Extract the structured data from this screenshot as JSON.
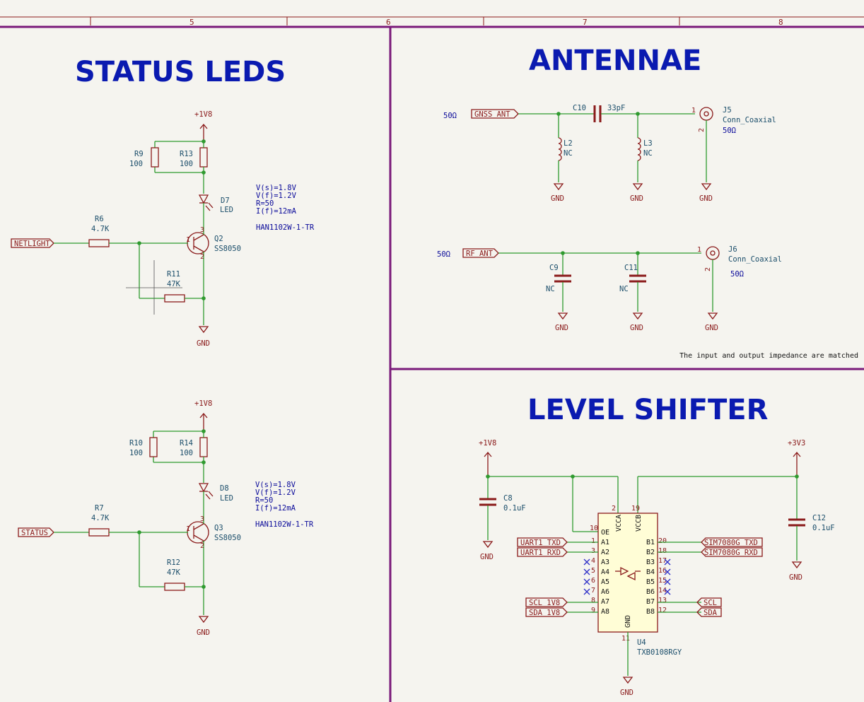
{
  "frame": {
    "columns": [
      "5",
      "6",
      "7",
      "8"
    ]
  },
  "titles": {
    "status": "STATUS LEDS",
    "antennae": "ANTENNAE",
    "level": "LEVEL SHIFTER"
  },
  "status1": {
    "pwr": "+1V8",
    "gnd": "GND",
    "r9": "R9",
    "r9v": "100",
    "r13": "R13",
    "r13v": "100",
    "d7": "D7",
    "d7v": "LED",
    "r6": "R6",
    "r6v": "4.7K",
    "q2": "Q2",
    "q2v": "SS8050",
    "r11": "R11",
    "r11v": "47K",
    "net": "NETLIGHT",
    "notes": [
      "V(s)=1.8V",
      "V(f)=1.2V",
      "R=50",
      "I(f)=12mA",
      "HAN1102W-1-TR"
    ]
  },
  "status2": {
    "pwr": "+1V8",
    "gnd": "GND",
    "r10": "R10",
    "r10v": "100",
    "r14": "R14",
    "r14v": "100",
    "d8": "D8",
    "d8v": "LED",
    "r7": "R7",
    "r7v": "4.7K",
    "q3": "Q3",
    "q3v": "SS8050",
    "r12": "R12",
    "r12v": "47K",
    "net": "STATUS",
    "notes": [
      "V(s)=1.8V",
      "V(f)=1.2V",
      "R=50",
      "I(f)=12mA",
      "HAN1102W-1-TR"
    ]
  },
  "antenna": {
    "gnss": "GNSS_ANT",
    "rf": "RF_ANT",
    "imp": "50Ω",
    "c10": "C10",
    "c10v": "33pF",
    "l2": "L2",
    "l3": "L3",
    "nc": "NC",
    "j5": "J5",
    "j6": "J6",
    "jv": "Conn_Coaxial",
    "gnd": "GND",
    "c9": "C9",
    "c11": "C11",
    "note": "The input and output impedance are matched"
  },
  "shifter": {
    "pwr_a": "+1V8",
    "pwr_b": "+3V3",
    "gnd": "GND",
    "c8": "C8",
    "c8v": "0.1uF",
    "c12": "C12",
    "c12v": "0.1uF",
    "u4": "U4",
    "u4v": "TXB0108RGY",
    "left_labels": [
      "UART1_TXD",
      "UART1_RXD",
      "SCL_1V8",
      "SDA_1V8"
    ],
    "right_labels": [
      "SIM7080G_TXD",
      "SIM7080G_RXD",
      "SCL",
      "SDA"
    ],
    "pins_left": [
      "OE",
      "A1",
      "A2",
      "A3",
      "A4",
      "A5",
      "A6",
      "A7",
      "A8"
    ],
    "pins_right": [
      "B1",
      "B2",
      "B3",
      "B4",
      "B5",
      "B6",
      "B7",
      "B8"
    ],
    "vcca": "VCCA",
    "vccb": "VCCB",
    "gndpin": "GND"
  }
}
